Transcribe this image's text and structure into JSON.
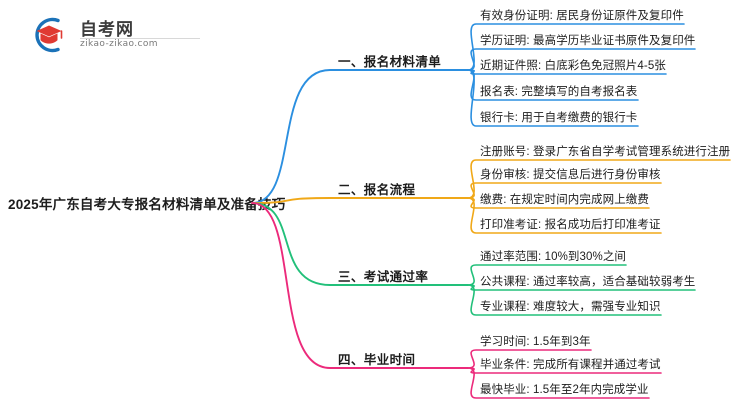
{
  "logo": {
    "brand": "自考网",
    "domain": "zikao-zikao.com",
    "mark_icon": "graduation-cap-in-circle-icon",
    "colors": {
      "arc": "#1B72B8",
      "cap": "#E03A32"
    }
  },
  "mindmap": {
    "root": {
      "label": "2025年广东自考大专报名材料清单及准备技巧"
    },
    "branches": [
      {
        "label": "一、报名材料清单",
        "color": "#2B8FE0",
        "leaves": [
          {
            "label": "有效身份证明: 居民身份证原件及复印件"
          },
          {
            "label": "学历证明: 最高学历毕业证书原件及复印件"
          },
          {
            "label": "近期证件照: 白底彩色免冠照片4-5张"
          },
          {
            "label": "报名表: 完整填写的自考报名表"
          },
          {
            "label": "银行卡: 用于自考缴费的银行卡"
          }
        ]
      },
      {
        "label": "二、报名流程",
        "color": "#F0A818",
        "leaves": [
          {
            "label": "注册账号: 登录广东省自学考试管理系统进行注册"
          },
          {
            "label": "身份审核: 提交信息后进行身份审核"
          },
          {
            "label": "缴费: 在规定时间内完成网上缴费"
          },
          {
            "label": "打印准考证: 报名成功后打印准考证"
          }
        ]
      },
      {
        "label": "三、考试通过率",
        "color": "#22C07A",
        "leaves": [
          {
            "label": "通过率范围: 10%到30%之间"
          },
          {
            "label": "公共课程: 通过率较高，适合基础较弱考生"
          },
          {
            "label": "专业课程: 难度较大，需强专业知识"
          }
        ]
      },
      {
        "label": "四、毕业时间",
        "color": "#EC2A7B",
        "leaves": [
          {
            "label": "学习时间: 1.5年到3年"
          },
          {
            "label": "毕业条件: 完成所有课程并通过考试"
          },
          {
            "label": "最快毕业: 1.5年至2年内完成学业"
          }
        ]
      }
    ]
  }
}
